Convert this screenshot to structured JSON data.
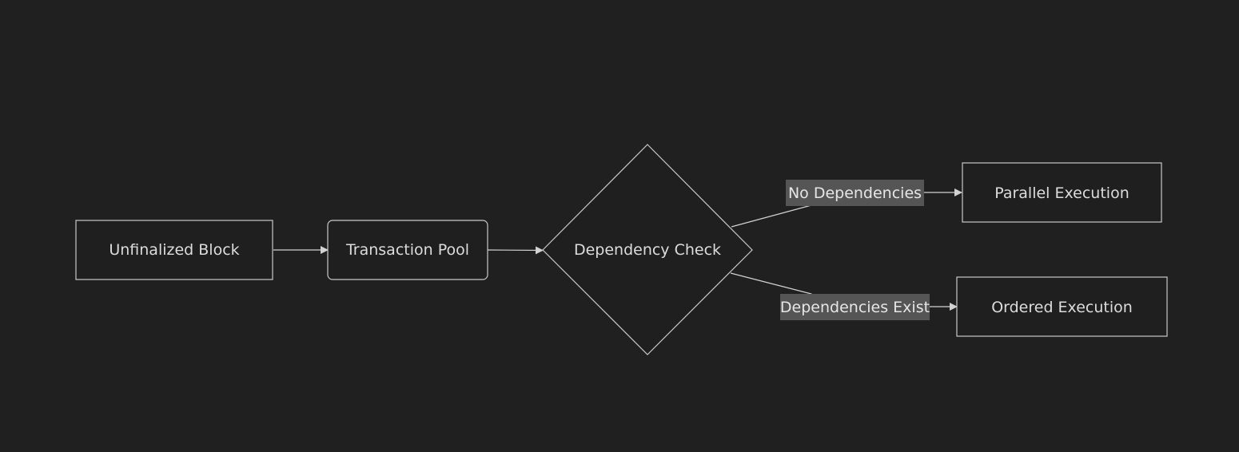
{
  "nodes": {
    "unfinalized_block": "Unfinalized Block",
    "transaction_pool": "Transaction Pool",
    "dependency_check": "Dependency Check",
    "parallel_execution": "Parallel Execution",
    "ordered_execution": "Ordered Execution"
  },
  "edges": {
    "no_dependencies": "No Dependencies",
    "dependencies_exist": "Dependencies Exist"
  },
  "colors": {
    "background": "#202020",
    "node_fill": "#1e1f1e",
    "stroke": "#c9c9c9",
    "text": "#dcdcdc",
    "edge_label_bg": "#555555"
  }
}
